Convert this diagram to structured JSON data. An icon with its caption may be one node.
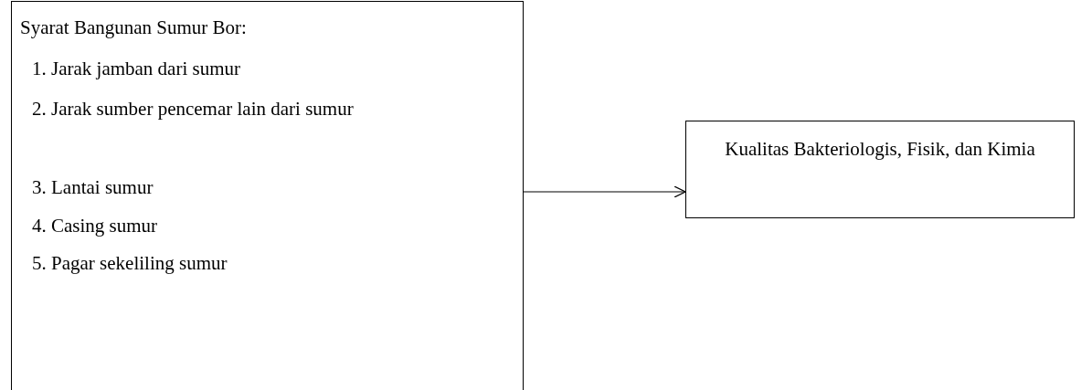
{
  "diagram": {
    "nodes": [
      {
        "text": [
          "Syarat Bangunan Sumur Bor:",
          "1. Jarak jamban dari sumur",
          "2. Jarak sumber pencemar lain dari sumur",
          "3. Lantai sumur",
          "4. Casing sumur",
          "5. Pagar sekeliling sumur"
        ]
      },
      {
        "text": [
          "Kualitas Bakteriologis, Fisik, dan Kimia"
        ]
      }
    ],
    "edges": [
      {
        "from": 0,
        "to": 1,
        "arrow": "to"
      }
    ]
  }
}
